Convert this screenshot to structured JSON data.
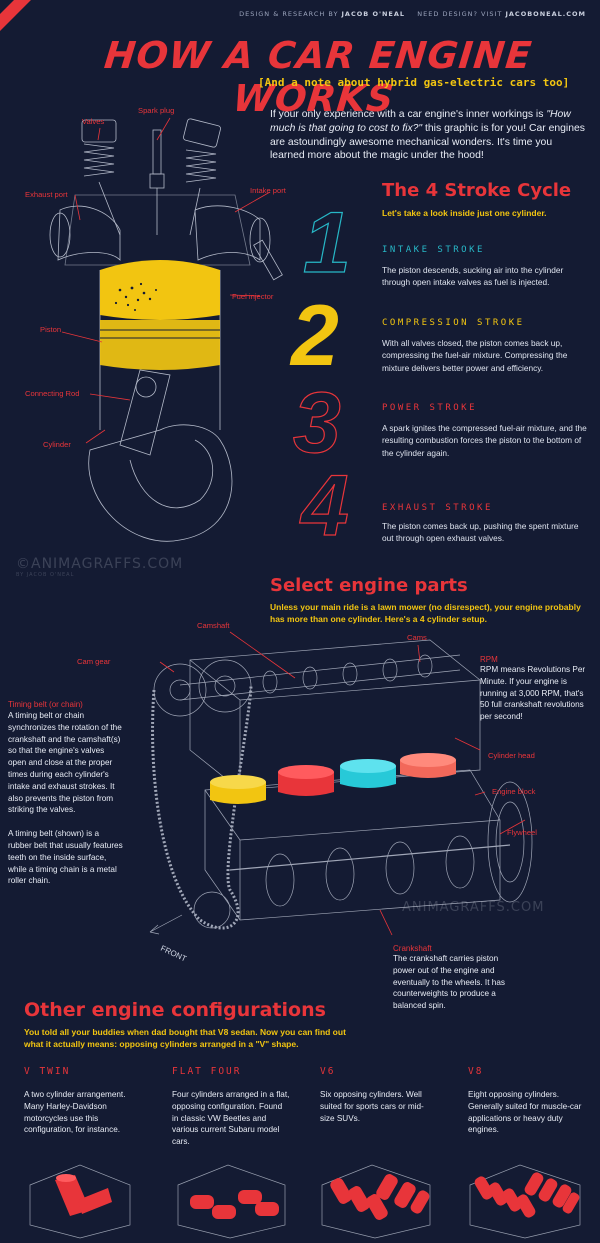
{
  "header": {
    "credit_label": "DESIGN & RESEARCH BY",
    "credit_name": "JACOB O'NEAL",
    "credit_cta": "NEED DESIGN? VISIT",
    "credit_site": "JACOBONEAL.COM",
    "title": "HOW A CAR ENGINE WORKS",
    "subtitle": "[And a note about hybrid gas-electric cars too]",
    "intro_1": "If your only experience with a car engine's inner workings is",
    "intro_2": "\"How much is that going to cost to fix?\"",
    "intro_3": " this graphic is for you! Car engines are astoundingly awesome mechanical wonders. It's time you learned more about the magic under the hood!"
  },
  "engine_labels": {
    "spark_plug": "Spark plug",
    "valves": "Valves",
    "exhaust_port": "Exhaust port",
    "intake_port": "Intake port",
    "fuel_injector": "Fuel injector",
    "piston": "Piston",
    "connecting_rod": "Connecting Rod",
    "cylinder": "Cylinder"
  },
  "watermark": {
    "main": "©ANIMAGRAFFS.COM",
    "sub": "BY JACOB O'NEAL",
    "main2": "ANIMAGRAFFS.COM"
  },
  "cycle": {
    "heading": "The 4 Stroke Cycle",
    "subheading": "Let's take a look inside just one cylinder.",
    "numerals": [
      "1",
      "2",
      "3",
      "4"
    ],
    "strokes": [
      {
        "title": "INTAKE STROKE",
        "color": "#27b7c6",
        "desc": "The piston descends, sucking air into the cylinder through open intake valves as fuel is injected."
      },
      {
        "title": "COMPRESSION STROKE",
        "color": "#f2c511",
        "desc": "With all valves closed, the piston comes back up, compressing the fuel-air mixture. Compressing the mixture delivers better power and efficiency."
      },
      {
        "title": "POWER STROKE",
        "color": "#e8353a",
        "desc": "A spark ignites the compressed fuel-air mixture, and the resulting combustion forces the piston to the bottom of the cylinder again."
      },
      {
        "title": "EXHAUST STROKE",
        "color": "#e8353a",
        "desc": "The piston comes back up, pushing the spent mixture out through open exhaust valves."
      }
    ]
  },
  "parts": {
    "heading": "Select engine parts",
    "subheading": "Unless your main ride is a lawn mower (no disrespect), your engine probably has more than one cylinder. Here's a 4 cylinder setup.",
    "labels": {
      "camshaft": "Camshaft",
      "cams": "Cams",
      "cam_gear": "Cam gear",
      "cylinder_head": "Cylinder head",
      "engine_block": "Engine block",
      "flywheel": "Flywheel",
      "front": "FRONT"
    },
    "timing_title": "Timing belt (or chain)",
    "timing_desc_1": "A timing belt or chain synchronizes the rotation of the crankshaft and the camshaft(s) so that the engine's valves open and close at the proper times during each cylinder's intake and exhaust strokes. It also prevents the piston from striking the valves.",
    "timing_desc_2": "A timing belt (shown) is a rubber belt that usually features teeth on the inside surface, while a timing chain is a metal roller chain.",
    "rpm_title": "RPM",
    "rpm_desc": "RPM means Revolutions Per Minute. If your engine is running at 3,000 RPM, that's 50 full crankshaft revolutions per second!",
    "crank_title": "Crankshaft",
    "crank_desc": "The crankshaft carries piston power out of the engine and eventually to the wheels. It has counterweights to produce a balanced spin."
  },
  "configs": {
    "heading": "Other engine configurations",
    "subheading": "You told all your buddies when dad bought that V8 sedan. Now you can find out what it actually means: opposing cylinders arranged in a \"V\" shape.",
    "items": [
      {
        "title": "V TWIN",
        "desc": "A two cylinder arrangement. Many Harley-Davidson motorcycles use this configuration, for instance."
      },
      {
        "title": "FLAT FOUR",
        "desc": "Four cylinders arranged in a flat, opposing configuration. Found in classic VW Beetles and various current Subaru model cars."
      },
      {
        "title": "V6",
        "desc": "Six opposing cylinders. Well suited for sports cars or mid-size SUVs."
      },
      {
        "title": "V8",
        "desc": "Eight opposing cylinders. Generally suited for muscle-car applications or heavy duty engines."
      }
    ]
  },
  "colors": {
    "background": "#141b33",
    "red": "#e8353a",
    "yellow": "#f2c511",
    "teal": "#27b7c6",
    "salmon": "#f2685a"
  }
}
